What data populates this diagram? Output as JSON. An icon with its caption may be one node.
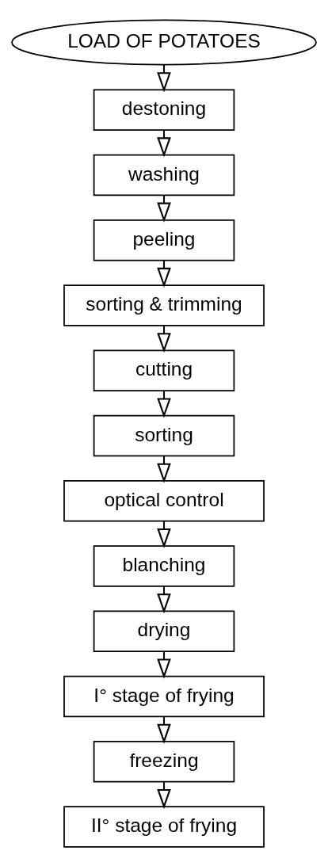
{
  "diagram": {
    "nodes": [
      {
        "text": [
          "LOAD OF POTATOES"
        ]
      },
      {
        "text": [
          "destoning"
        ]
      },
      {
        "text": [
          "washing"
        ]
      },
      {
        "text": [
          "peeling"
        ]
      },
      {
        "text": [
          "sorting & trimming"
        ]
      },
      {
        "text": [
          "cutting"
        ]
      },
      {
        "text": [
          "sorting"
        ]
      },
      {
        "text": [
          "optical control"
        ]
      },
      {
        "text": [
          "blanching"
        ]
      },
      {
        "text": [
          "drying"
        ]
      },
      {
        "text": [
          "I° stage of frying"
        ]
      },
      {
        "text": [
          "freezing"
        ]
      },
      {
        "text": [
          "II° stage of frying"
        ]
      }
    ],
    "edges": [
      {
        "from": 0,
        "to": 1,
        "arrow": "to"
      },
      {
        "from": 1,
        "to": 2,
        "arrow": "to"
      },
      {
        "from": 2,
        "to": 3,
        "arrow": "to"
      },
      {
        "from": 3,
        "to": 4,
        "arrow": "to"
      },
      {
        "from": 4,
        "to": 5,
        "arrow": "to"
      },
      {
        "from": 5,
        "to": 6,
        "arrow": "to"
      },
      {
        "from": 6,
        "to": 7,
        "arrow": "to"
      },
      {
        "from": 7,
        "to": 8,
        "arrow": "to"
      },
      {
        "from": 8,
        "to": 9,
        "arrow": "to"
      },
      {
        "from": 9,
        "to": 10,
        "arrow": "to"
      },
      {
        "from": 10,
        "to": 11,
        "arrow": "to"
      },
      {
        "from": 11,
        "to": 12,
        "arrow": "to"
      }
    ]
  }
}
